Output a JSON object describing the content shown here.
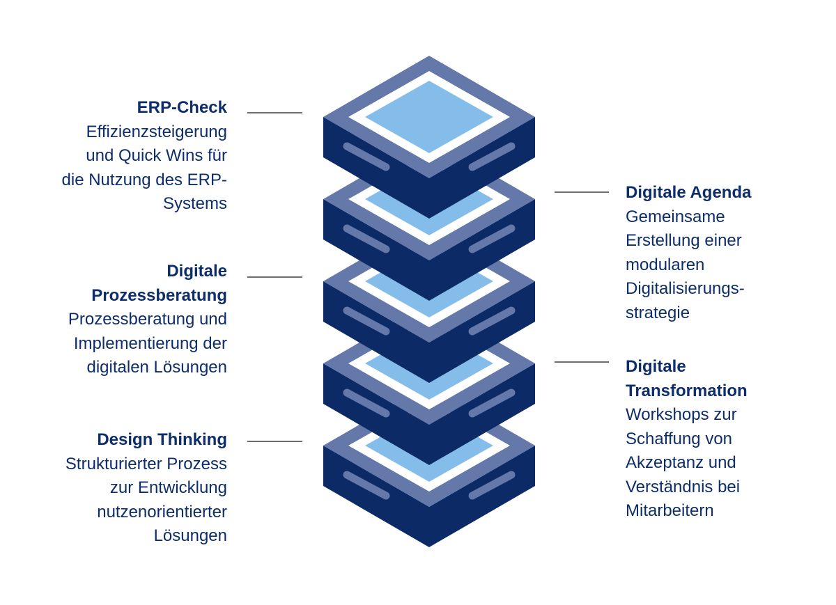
{
  "colors": {
    "text": "#0d2d6b",
    "layer_side": "#0b2a66",
    "layer_top": "#6479a9",
    "layer_rim": "#ffffff",
    "layer_screen": "#85bdea",
    "connector": "#6d6d6d"
  },
  "labels": {
    "erp_check": {
      "title": "ERP-Check",
      "description": "Effizienzsteigerung und Quick Wins für die Nutzung des ERP-Systems"
    },
    "digitale_agenda": {
      "title": "Digitale Agenda",
      "description": "Gemeinsame Erstellung einer modularen Digitalisierungs-strategie"
    },
    "digitale_prozessberatung": {
      "title": "Digitale Prozessberatung",
      "description": "Prozessberatung und Implementierung der digitalen Lösungen"
    },
    "digitale_transformation": {
      "title": "Digitale Transformation",
      "description": "Workshops zur Schaffung von Akzeptanz und Verständnis bei Mitarbeitern"
    },
    "design_thinking": {
      "title": "Design Thinking",
      "description": "Strukturierter Prozess zur Entwicklung nutzenorientierter Lösungen"
    }
  }
}
